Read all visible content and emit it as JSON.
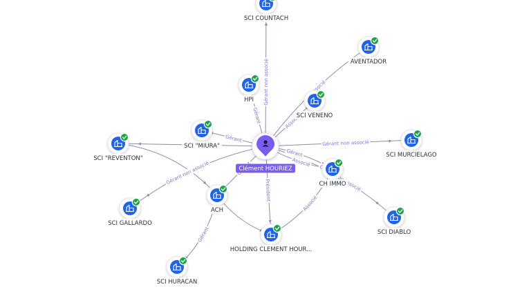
{
  "colors": {
    "edge": "#8a8fa3",
    "edge_label": "#7a76c8",
    "company_blue": "#1f63e8",
    "check_green": "#1fa34a",
    "person_purple": "#7a5cf0",
    "node_label": "#2c2f3a"
  },
  "person": {
    "label": "Clément HOURIEZ",
    "icon": "person-icon"
  },
  "companies": [
    {
      "key": "countach",
      "label": "SCI COUNTACH",
      "icon": "building-icon",
      "verified": true
    },
    {
      "key": "aventador",
      "label": "AVENTADOR",
      "icon": "building-icon",
      "verified": true
    },
    {
      "key": "hpi",
      "label": "HPI",
      "icon": "building-icon",
      "verified": true
    },
    {
      "key": "veneno",
      "label": "SCI VENENO",
      "icon": "building-icon",
      "verified": true
    },
    {
      "key": "miura",
      "label": "SCI \"MIURA\"",
      "icon": "building-icon",
      "verified": true
    },
    {
      "key": "reventon",
      "label": "SCI \"REVENTON\"",
      "icon": "building-icon",
      "verified": true
    },
    {
      "key": "murcielago",
      "label": "SCI MURCIELAGO",
      "icon": "building-icon",
      "verified": true
    },
    {
      "key": "chimmo",
      "label": "CH IMMO",
      "icon": "building-icon",
      "verified": true
    },
    {
      "key": "ach",
      "label": "ACH",
      "icon": "building-icon",
      "verified": true
    },
    {
      "key": "gallardo",
      "label": "SCI GALLARDO",
      "icon": "building-icon",
      "verified": true
    },
    {
      "key": "diablo",
      "label": "SCI DIABLO",
      "icon": "building-icon",
      "verified": true
    },
    {
      "key": "holding",
      "label": "HOLDING CLEMENT HOUR...",
      "icon": "building-icon",
      "verified": true
    },
    {
      "key": "huracan",
      "label": "SCI HURACAN",
      "icon": "building-icon",
      "verified": true
    }
  ],
  "edges": [
    {
      "key": "e_countach",
      "from": "person",
      "to": "countach",
      "label": "Gérant non associé"
    },
    {
      "key": "e_hpi",
      "from": "person",
      "to": "hpi",
      "label": "Gérant"
    },
    {
      "key": "e_aventador",
      "from": "person",
      "to": "aventador",
      "label": "Associé"
    },
    {
      "key": "e_veneno",
      "from": "person",
      "to": "veneno",
      "label": "Associé"
    },
    {
      "key": "e_miura",
      "from": "person",
      "to": "miura",
      "label": "Gérant"
    },
    {
      "key": "e_reventon",
      "from": "person",
      "to": "reventon",
      "label": "Gérant"
    },
    {
      "key": "e_murcielago",
      "from": "person",
      "to": "murcielago",
      "label": "Gérant non associé"
    },
    {
      "key": "e_chimmo_g",
      "from": "person",
      "to": "chimmo",
      "label": "Gérant"
    },
    {
      "key": "e_chimmo_a",
      "from": "person",
      "to": "chimmo",
      "label": "Associé"
    },
    {
      "key": "e_diablo",
      "from": "person",
      "to": "diablo",
      "label": "Gérant non associé"
    },
    {
      "key": "e_ach",
      "from": "person",
      "to": "ach",
      "label": "Gérant"
    },
    {
      "key": "e_gallardo",
      "from": "person",
      "to": "gallardo",
      "label": "Gérant non associé"
    },
    {
      "key": "e_holding",
      "from": "person",
      "to": "holding",
      "label": "Président"
    },
    {
      "key": "e_reventon_ach",
      "from": "reventon",
      "to": "ach",
      "label": ""
    },
    {
      "key": "e_ach_holding",
      "from": "ach",
      "to": "holding",
      "label": ""
    },
    {
      "key": "e_huracan",
      "from": "ach",
      "to": "huracan",
      "label": "Gérant"
    },
    {
      "key": "e_holding_chimmo",
      "from": "holding",
      "to": "chimmo",
      "label": "Associé"
    }
  ]
}
